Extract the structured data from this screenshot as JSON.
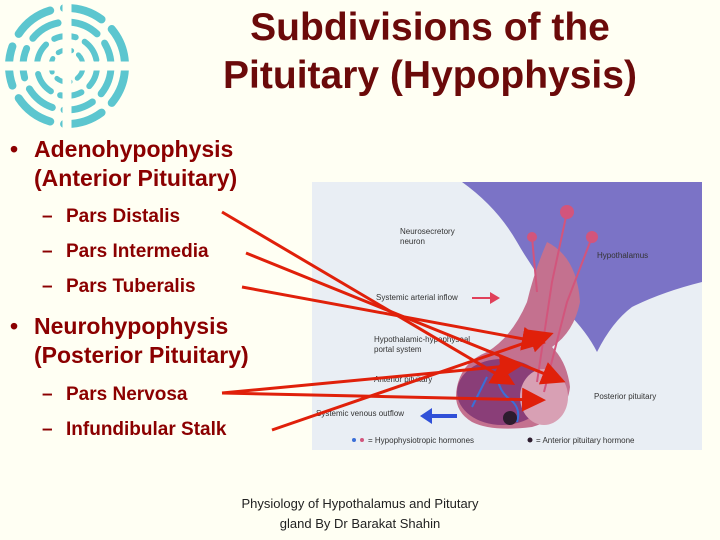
{
  "title_line1": "Subdivisions of the",
  "title_line2": "Pituitary (Hypophysis)",
  "bullet_glyph": "•",
  "dash_glyph": "–",
  "sections": [
    {
      "line1": "Adenohypophysis",
      "line2": "(Anterior Pituitary)",
      "items": [
        "Pars Distalis",
        "Pars Intermedia",
        "Pars Tuberalis"
      ]
    },
    {
      "line1": "Neurohypophysis",
      "line2": "(Posterior Pituitary)",
      "items": [
        "Pars Nervosa",
        "Infundibular Stalk"
      ]
    }
  ],
  "figure": {
    "labels": {
      "neurosecretory": "Neurosecretory\nneuron",
      "hypothalamus": "Hypothalamus",
      "arterial": "Systemic arterial inflow",
      "portal": "Hypothalamic-hypophyseal\nportal system",
      "anterior": "Anterior pituitary",
      "posterior": "Posterior pituitary",
      "venous": "Systemic venous outflow",
      "legend_hypo": "= Hypophysiotropic hormones",
      "legend_ant": "= Anterior pituitary hormone"
    }
  },
  "footer": "Physiology of Hypothalamus and Pitutary gland By Dr Barakat Shahin",
  "colors": {
    "title": "#6b0a0a",
    "text": "#8b0000",
    "arrow": "#e0200a",
    "logo": "#5cc6cf",
    "hypothalamus": "#7b73c6",
    "gland": "#c4718f"
  }
}
